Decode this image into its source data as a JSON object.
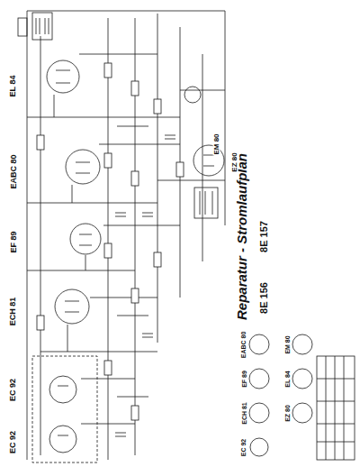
{
  "diagram": {
    "title": "Reparatur - Stromlaufplan",
    "labels": [
      "EL 84",
      "EABC 80",
      "EF 89",
      "ECH 81",
      "EC 92",
      "EC 92",
      "EM 80",
      "EZ 80",
      "8E 156",
      "8E 157",
      "EABC 80",
      "EM 80",
      "EF 89",
      "EL 84",
      "ECH 81",
      "EZ 80",
      "EC 92"
    ]
  }
}
